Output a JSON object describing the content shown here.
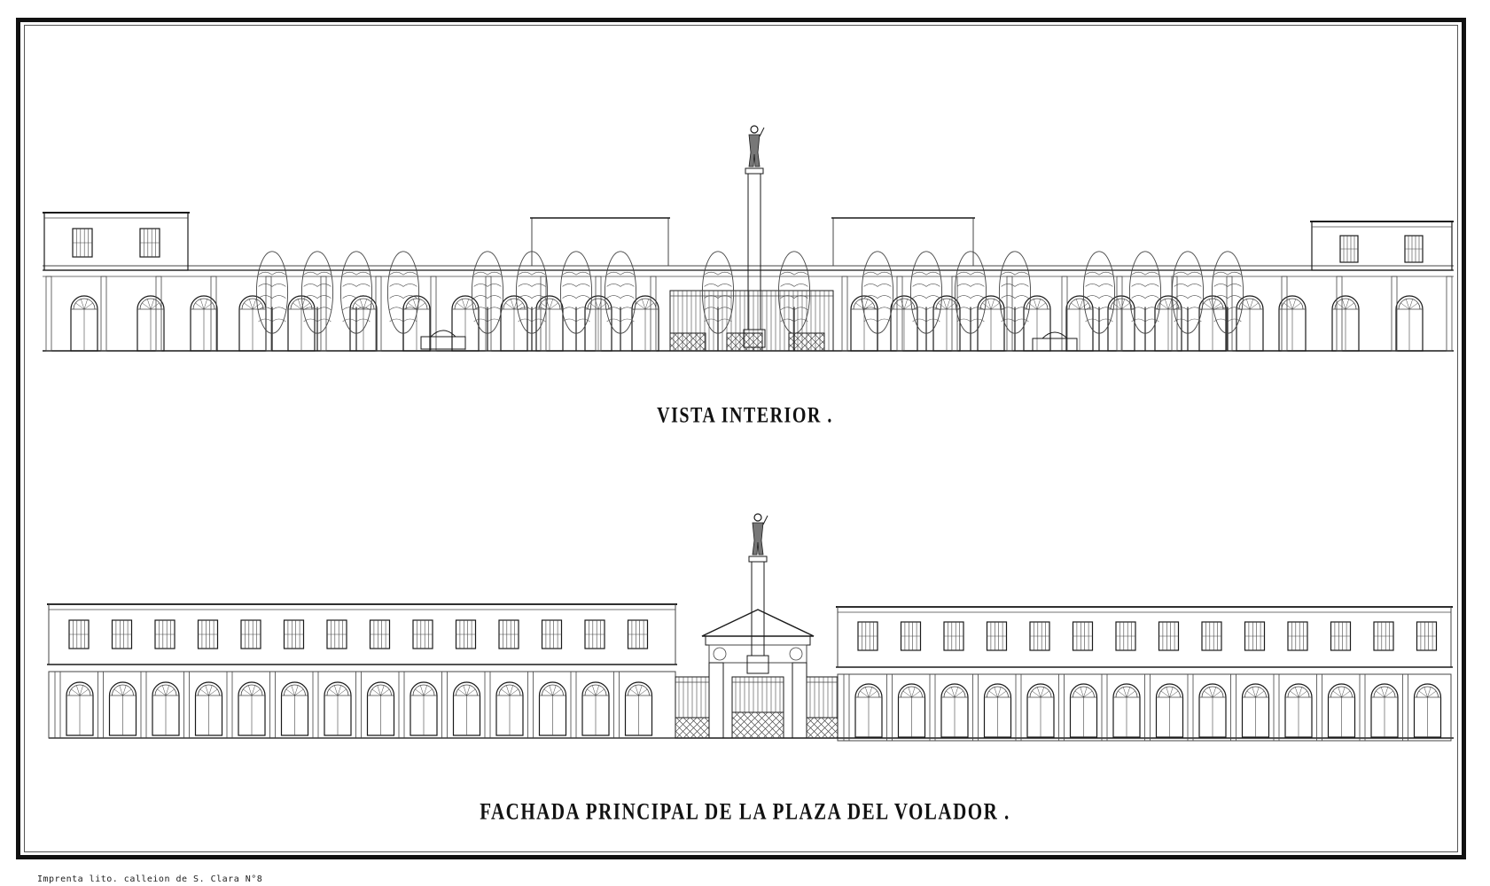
{
  "captions": {
    "top": "VISTA INTERIOR .",
    "bottom": "FACHADA PRINCIPAL DE LA PLAZA DEL VOLADOR ."
  },
  "imprint": "Imprenta lito. calleion de S. Clara N°8",
  "colors": {
    "ink": "#1a1a1a",
    "line": "#444444",
    "paper": "#ffffff"
  }
}
